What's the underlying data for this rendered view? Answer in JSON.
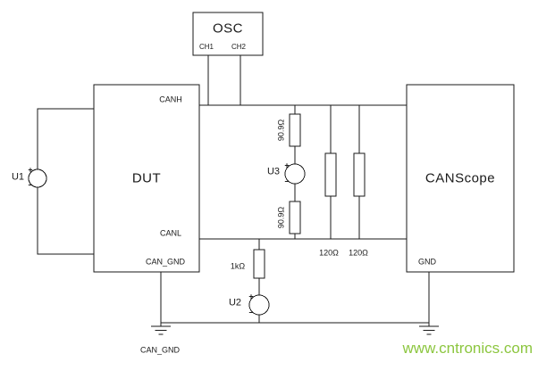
{
  "osc": {
    "title": "OSC",
    "ch1_label": "CH1",
    "ch2_label": "CH2"
  },
  "dut": {
    "title": "DUT",
    "pin_canh": "CANH",
    "pin_canl": "CANL",
    "pin_can_gnd": "CAN_GND"
  },
  "canscope": {
    "title": "CANScope",
    "pin_gnd": "GND"
  },
  "sources": {
    "u1": {
      "label": "U1",
      "plus": "+",
      "minus": "−"
    },
    "u2": {
      "label": "U2",
      "plus": "+",
      "minus": "−"
    },
    "u3": {
      "label": "U3",
      "plus": "+",
      "minus": "−"
    }
  },
  "resistors": {
    "split_top": "90.9Ω",
    "split_bottom": "90.9Ω",
    "termination_1": "120Ω",
    "termination_2": "120Ω",
    "load": "1kΩ"
  },
  "ground_label": "CAN_GND",
  "watermark": {
    "text": "www.cntronics.com",
    "color": "#8CC63F"
  }
}
